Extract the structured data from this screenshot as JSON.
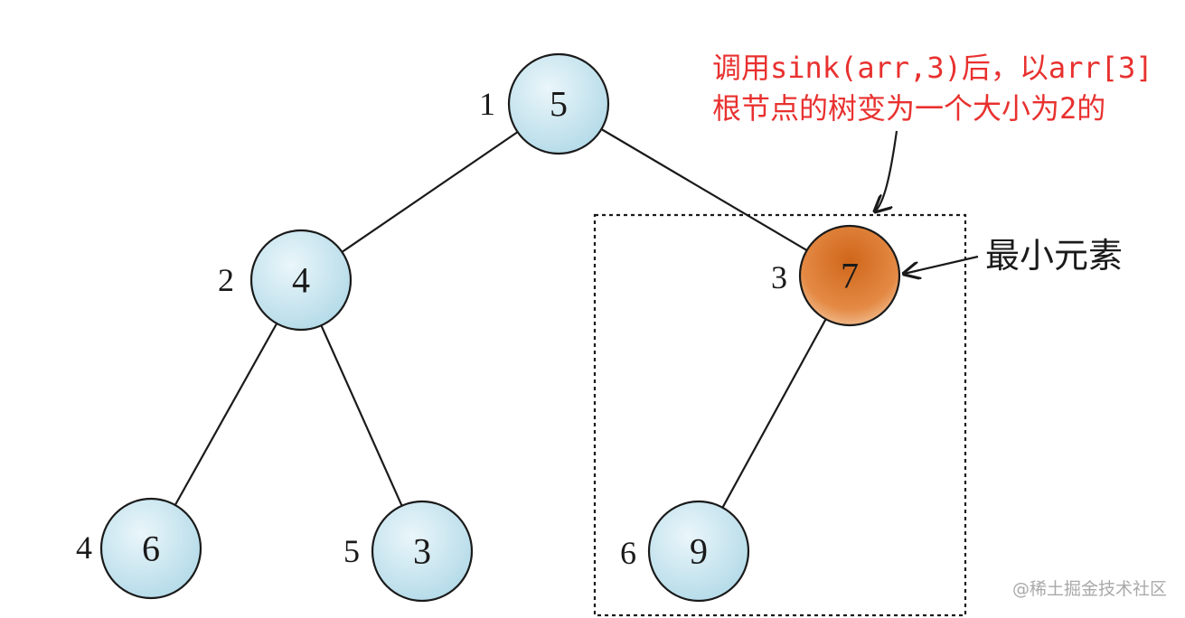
{
  "annotation": {
    "line1": "调用sink(arr,3)后，以arr[3]",
    "line2": "根节点的树变为一个大小为2的",
    "color": "#e8312f"
  },
  "min_label": "最小元素",
  "watermark": "@稀土掘金技术社区",
  "colors": {
    "node_fill": "#c5e4ee",
    "highlight_fill": "#e2782f",
    "edge": "#1a1a1a"
  },
  "nodes": [
    {
      "index": "1",
      "value": "5",
      "highlight": false
    },
    {
      "index": "2",
      "value": "4",
      "highlight": false
    },
    {
      "index": "3",
      "value": "7",
      "highlight": true
    },
    {
      "index": "4",
      "value": "6",
      "highlight": false
    },
    {
      "index": "5",
      "value": "3",
      "highlight": false
    },
    {
      "index": "6",
      "value": "9",
      "highlight": false
    }
  ],
  "edges": [
    {
      "from": "1",
      "to": "2"
    },
    {
      "from": "1",
      "to": "3"
    },
    {
      "from": "2",
      "to": "4"
    },
    {
      "from": "2",
      "to": "5"
    },
    {
      "from": "3",
      "to": "6"
    }
  ]
}
